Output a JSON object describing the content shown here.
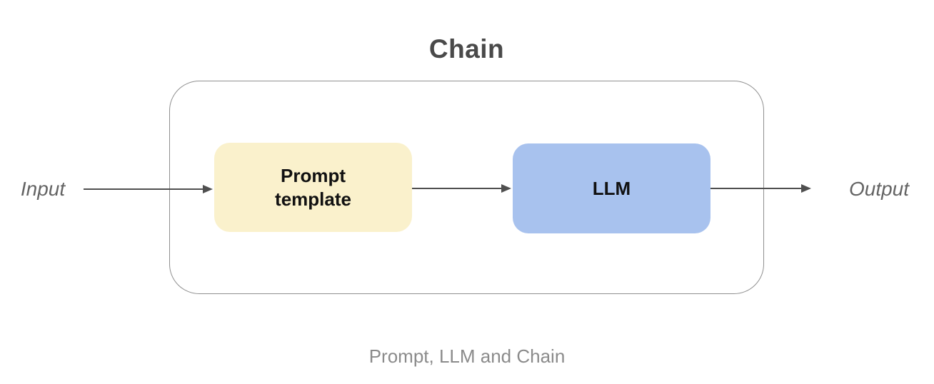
{
  "diagram": {
    "title": "Chain",
    "caption": "Prompt, LLM and Chain",
    "input_label": "Input",
    "output_label": "Output",
    "nodes": [
      {
        "id": "prompt-template",
        "label": "Prompt template",
        "fill": "#FAF1CC"
      },
      {
        "id": "llm",
        "label": "LLM",
        "fill": "#A8C2EE"
      }
    ],
    "colors": {
      "arrow": "#4f4f4f",
      "container_border": "#8f8f8f",
      "title_text": "#4a4a4a",
      "caption_text": "#8b8b8b",
      "io_label_text": "#646464"
    }
  }
}
